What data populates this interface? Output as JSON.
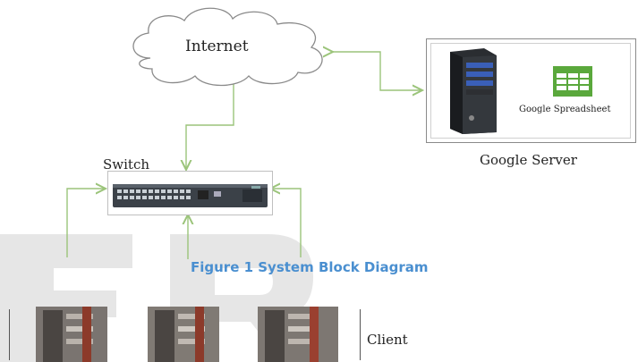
{
  "nodes": {
    "internet": {
      "label": "Internet"
    },
    "switch": {
      "label": "Switch"
    },
    "google_server": {
      "caption": "Google Server",
      "spreadsheet_label": "Google Spreadsheet"
    },
    "client": {
      "label": "Client"
    }
  },
  "figure": {
    "caption": "Figure 1 System Block Diagram"
  },
  "colors": {
    "arrow": "#9bc47a",
    "caption": "#4a8fd0",
    "watermark": "#e6e6e6",
    "spreadsheet": "#5aa83c"
  },
  "watermark": {
    "text": "ER"
  }
}
